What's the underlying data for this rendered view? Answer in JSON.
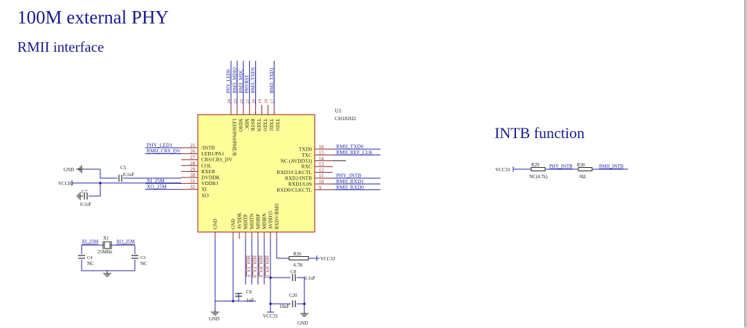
{
  "titles": {
    "main": "100M external PHY",
    "sub": "RMII interface",
    "intb": "INTB function"
  },
  "chip": {
    "ref": "U1",
    "part": "CH182H2",
    "left_pins": [
      {
        "num": "25",
        "name": "/INTB",
        "net": "PHY_LED1"
      },
      {
        "num": "26",
        "name": "LED1/PA1",
        "net": "RMII_CRS_DV"
      },
      {
        "num": "27",
        "name": "CRS/CRS_DV",
        "net": ""
      },
      {
        "num": "28",
        "name": "COL",
        "net": ""
      },
      {
        "num": "29",
        "name": "RXER",
        "net": ""
      },
      {
        "num": "30",
        "name": "DVDDK",
        "net": ""
      },
      {
        "num": "31",
        "name": "VDDIO",
        "net": "XI_25M"
      },
      {
        "num": "32",
        "name": "XI",
        "net": "XO_25M"
      },
      {
        "num": "",
        "name": "XO",
        "net": ""
      }
    ],
    "right_pins": [
      {
        "num": "16",
        "name": "TXD0",
        "net": "RMII_TXD0"
      },
      {
        "num": "15",
        "name": "TXC",
        "net": "RMII_REF_CLK"
      },
      {
        "num": "14",
        "name": "NC (AVDD33)",
        "net": ""
      },
      {
        "num": "13",
        "name": "RXC",
        "net": ""
      },
      {
        "num": "12",
        "name": "RXD3/CLKCTL",
        "net": ""
      },
      {
        "num": "11",
        "name": "RXD2/INTB",
        "net": "PHY_INTB"
      },
      {
        "num": "10",
        "name": "RXD1/L0S",
        "net": "RMII_RXD1"
      },
      {
        "num": "9",
        "name": "RXD0/CLKCTL",
        "net": "RMII_RXD0"
      }
    ],
    "top_pins": [
      {
        "num": "24",
        "name": "LED0/PA0/PME/B",
        "net": "PHY_LED0"
      },
      {
        "num": "23",
        "name": "MDIO",
        "net": "RMII_MDIO"
      },
      {
        "num": "22",
        "name": "MDC",
        "net": "RMII_MDC"
      },
      {
        "num": "21",
        "name": "RSTB",
        "net": "PHYRST"
      },
      {
        "num": "20",
        "name": "TXEN",
        "net": "RMII_TXEN"
      },
      {
        "num": "19",
        "name": "TXD3",
        "net": ""
      },
      {
        "num": "18",
        "name": "TXD2",
        "net": ""
      },
      {
        "num": "17",
        "name": "TXD1",
        "net": "RMII_TXD1"
      }
    ],
    "bottom_pins": [
      {
        "name": "GND"
      },
      {
        "name": "GND"
      },
      {
        "name": "AVDDK"
      },
      {
        "name": "MDITP"
      },
      {
        "name": "MDITN"
      },
      {
        "name": "MDIRP"
      },
      {
        "name": "MDIRN"
      },
      {
        "name": "AVDD33"
      },
      {
        "name": "RXDV/RMII"
      }
    ],
    "mdi_nets": [
      "MDI_TX_P",
      "MDI_TX_N",
      "MDI_RX_P",
      "MDI_RX_N"
    ]
  },
  "parts": {
    "c5": {
      "ref": "C5",
      "value": "0.1uF"
    },
    "c7": {
      "ref": "C7",
      "value": "0.1uF"
    },
    "c6": {
      "ref": "C6",
      "value": "1uF"
    },
    "c8": {
      "ref": "C8",
      "value": "0.1uF"
    },
    "c20": {
      "ref": "C20",
      "value": "10uF"
    },
    "r26": {
      "ref": "R26",
      "value": "4.7K"
    },
    "x1": {
      "ref": "X1",
      "value": "25MHz",
      "net_left": "XI_25M",
      "net_right": "XO_25M"
    },
    "c4": {
      "ref": "C4",
      "value": "NC"
    },
    "c3": {
      "ref": "C3",
      "value": "NC"
    },
    "r29": {
      "ref": "R29",
      "value": "NC(4.7k)"
    },
    "r30": {
      "ref": "R30",
      "value": "0Ω"
    }
  },
  "power": {
    "gnd": "GND",
    "vccio": "VCCIO",
    "vcc33": "VCC33"
  },
  "intb_nets": {
    "mid": "PHY_INTB",
    "out": "RMII_INTB"
  },
  "colors": {
    "title": "#1a1a8c",
    "wire": "#1c1ca0",
    "body_fill": "#ffff99",
    "body_stroke": "#a33",
    "pin": "#8a1f1f",
    "label_red": "#8a1f1f",
    "dark": "#202020"
  }
}
